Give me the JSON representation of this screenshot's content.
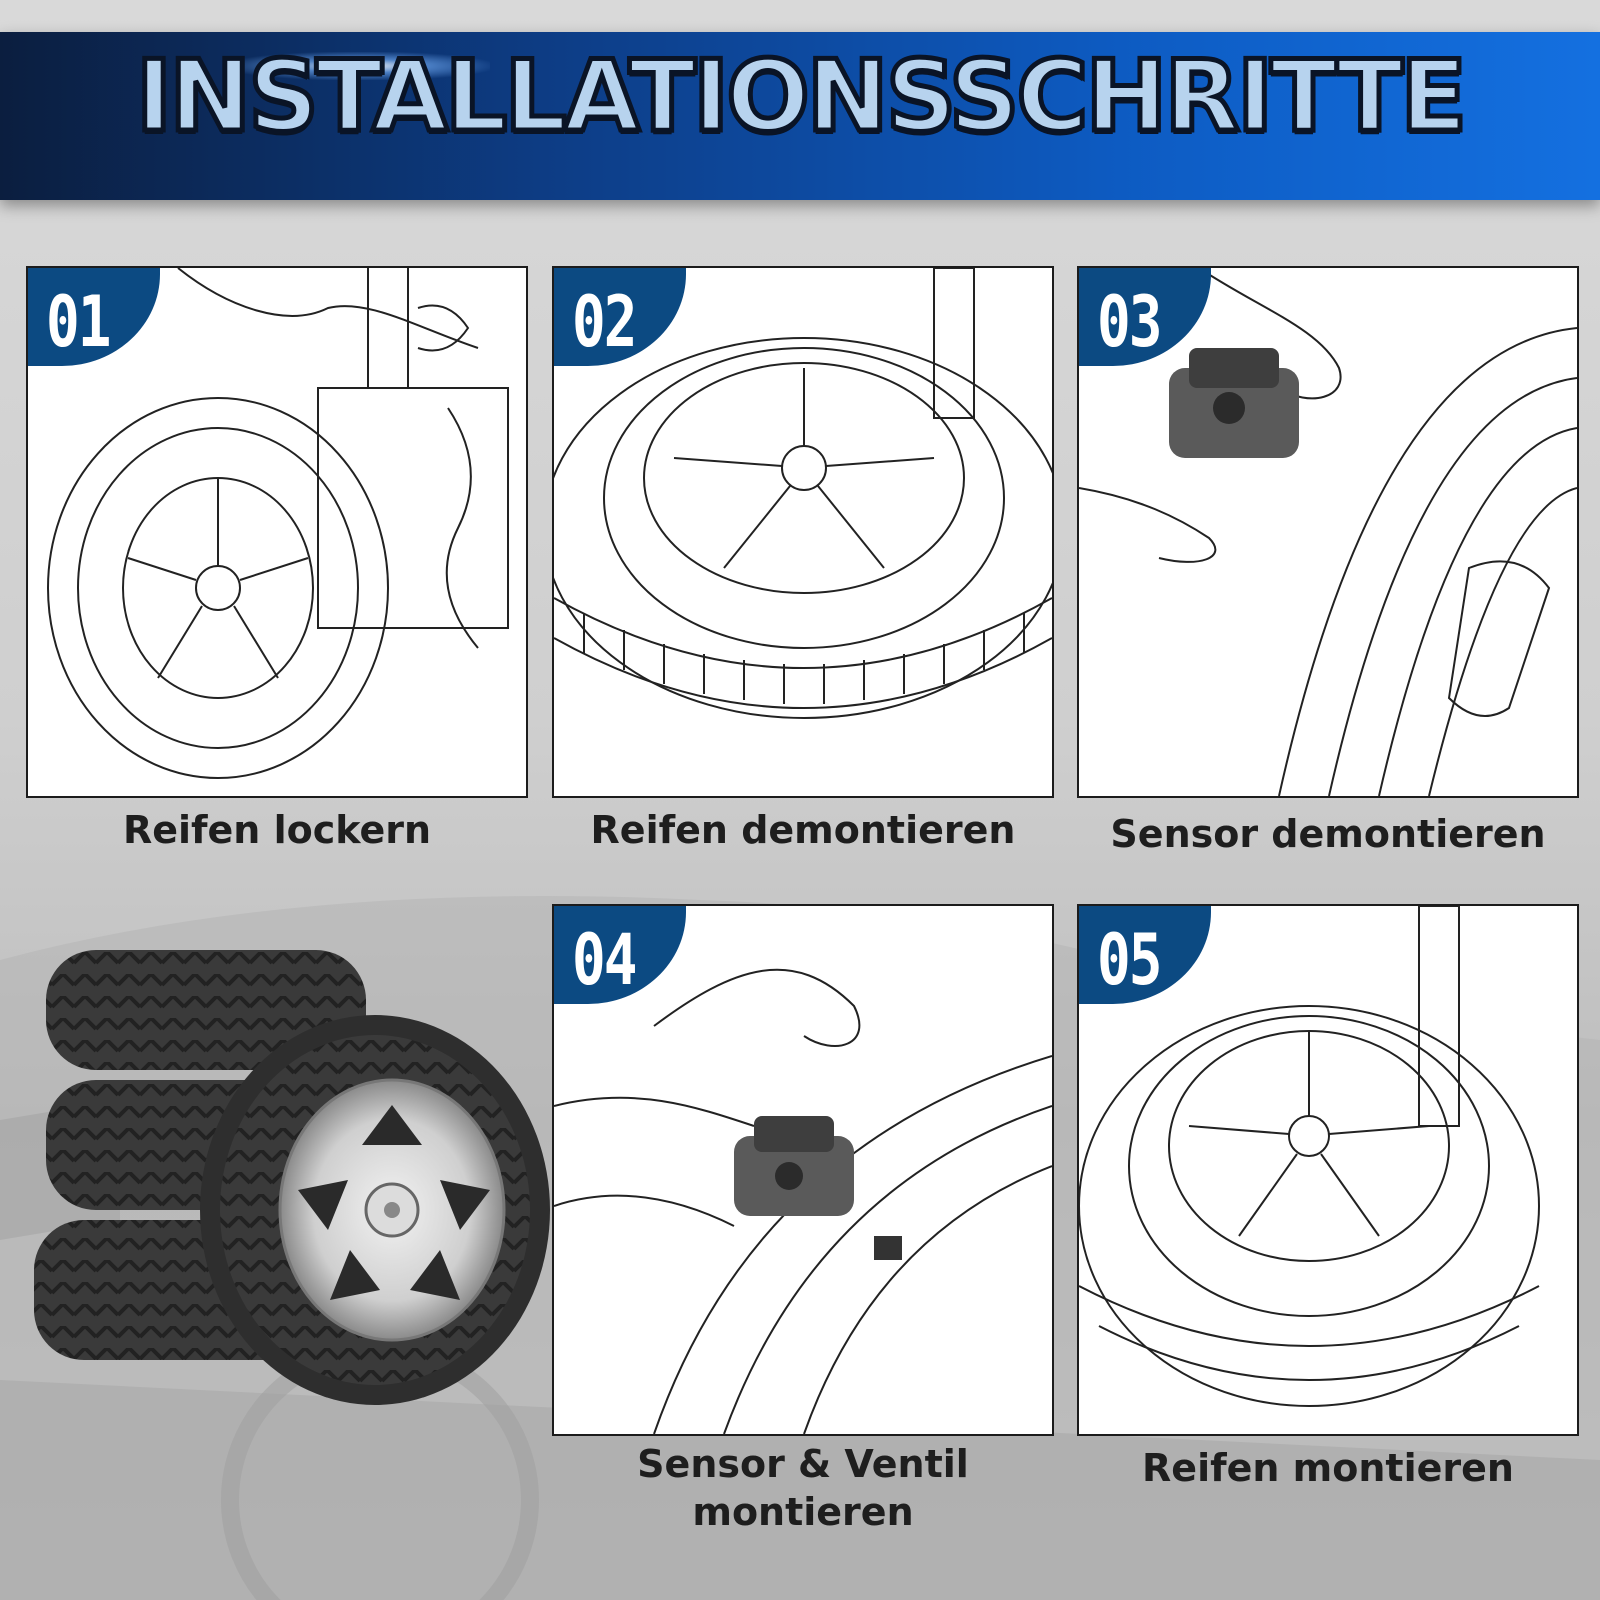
{
  "header": {
    "title": "INSTALLATIONSSCHRITTE"
  },
  "steps": [
    {
      "number": "01",
      "label": "Reifen lockern"
    },
    {
      "number": "02",
      "label": "Reifen demontieren"
    },
    {
      "number": "03",
      "label": "Sensor demontieren"
    },
    {
      "number": "04",
      "label": "Sensor & Ventil\nmontieren"
    },
    {
      "number": "05",
      "label": "Reifen montieren"
    }
  ],
  "colors": {
    "banner_dark": "#0b1e3f",
    "banner_light": "#1470e0",
    "title_fill": "#b7d3ee",
    "badge": "#0c4a82",
    "caption_text": "#1e1e1e"
  }
}
